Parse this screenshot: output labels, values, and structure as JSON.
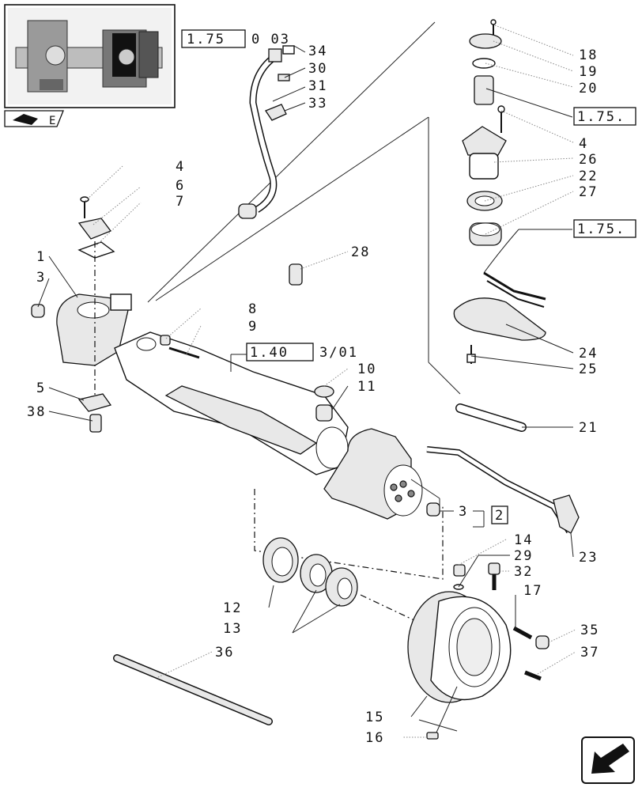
{
  "callouts": {
    "c18": "18",
    "c19": "19",
    "c20": "20",
    "c4a": "4",
    "c26": "26",
    "c22": "22",
    "c27": "27",
    "c24": "24",
    "c25": "25",
    "c21": "21",
    "c23": "23",
    "c34": "34",
    "c30": "30",
    "c31": "31",
    "c33": "33",
    "c4b": "4",
    "c6": "6",
    "c7": "7",
    "c1": "1",
    "c3a": "3",
    "c5": "5",
    "c38": "38",
    "c28": "28",
    "c8": "8",
    "c9": "9",
    "c10": "10",
    "c11": "11",
    "c3b": "3",
    "c14": "14",
    "c29": "29",
    "c32": "32",
    "c17": "17",
    "c35": "35",
    "c37": "37",
    "c36": "36",
    "c12": "12",
    "c13": "13",
    "c15": "15",
    "c16": "16"
  },
  "references": {
    "ref_top_box": "1.75",
    "ref_top_suffix": "0 03",
    "ref_right_a": "1.75.",
    "ref_right_b": "1.75.",
    "ref_center_box": "1.40",
    "ref_center_suffix": "3/01",
    "ref_small_box": "2"
  },
  "thumbnail_label": "E",
  "icons": {
    "nav_back": "back-arrow-icon",
    "book": "folder-book-icon"
  }
}
